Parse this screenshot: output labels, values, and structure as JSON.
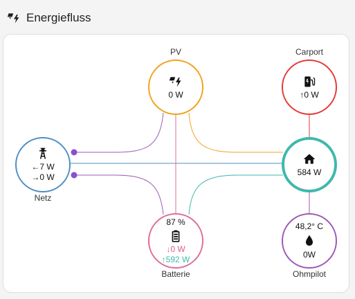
{
  "header": {
    "title": "Energiefluss",
    "icon": "solar-power-icon"
  },
  "nodes": {
    "pv": {
      "label": "PV",
      "value": "0 W",
      "color": "#f2a21b",
      "icon": "solar-power-icon"
    },
    "carport": {
      "label": "Carport",
      "value": "↑0 W",
      "color": "#e53935",
      "icon": "ev-station-icon"
    },
    "netz": {
      "label": "Netz",
      "import": "←7 W",
      "export": "→0 W",
      "color": "#4e8fc4",
      "icon": "transmission-tower-icon"
    },
    "home": {
      "value": "584 W",
      "color": "#3fb8ac",
      "icon": "home-icon"
    },
    "batterie": {
      "label": "Batterie",
      "soc": "87 %",
      "discharge": "↓0 W",
      "charge": "↑592 W",
      "color": "#e06c9a",
      "icon": "battery-icon"
    },
    "ohmpilot": {
      "label": "Ohmpilot",
      "temperature": "48,2° C",
      "value": "0W",
      "color": "#9c58b6",
      "icon": "water-drop-icon"
    }
  },
  "flow_colors": {
    "grid": "#4e8fc4",
    "solar": "#f2a21b",
    "battery": "#e06c9a",
    "home": "#3fb8ac",
    "consumer": "#9c58b6",
    "carport": "#e53935"
  }
}
